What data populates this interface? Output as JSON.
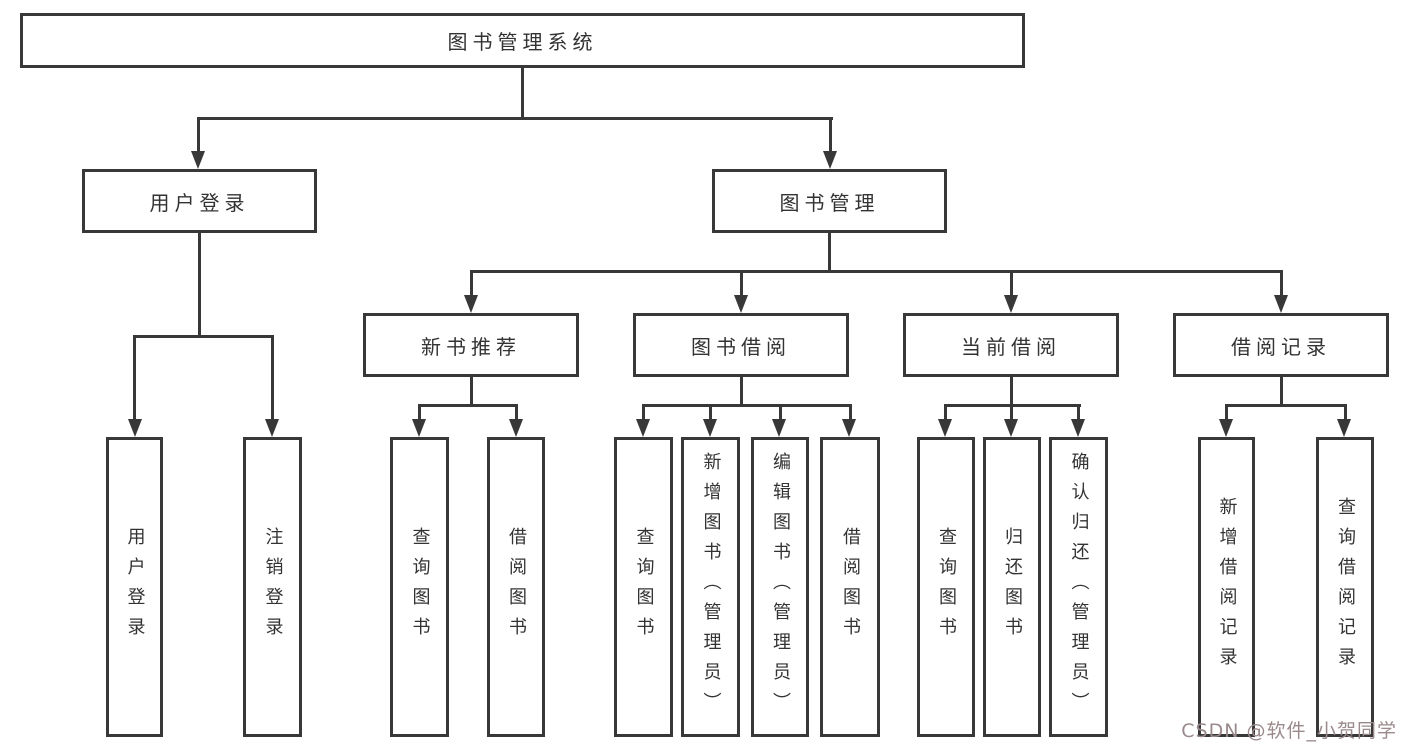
{
  "diagram": {
    "type": "tree-diagram",
    "root": {
      "label": "图书管理系统"
    },
    "level2": [
      {
        "label": "用户登录"
      },
      {
        "label": "图书管理"
      }
    ],
    "level3": [
      {
        "label": "新书推荐"
      },
      {
        "label": "图书借阅"
      },
      {
        "label": "当前借阅"
      },
      {
        "label": "借阅记录"
      }
    ],
    "leaves": {
      "user_login": [
        "用户登录",
        "注销登录"
      ],
      "new_book_recommend": [
        "查询图书",
        "借阅图书"
      ],
      "book_borrowing": [
        "查询图书",
        "新增图书（管理员）",
        "编辑图书（管理员）",
        "借阅图书"
      ],
      "current_borrowing": [
        "查询图书",
        "归还图书",
        "确认归还（管理员）"
      ],
      "borrowing_records": [
        "新增借阅记录",
        "查询借阅记录"
      ]
    },
    "colors": {
      "line": "#383838",
      "text": "#333333",
      "background": "#ffffff"
    }
  },
  "watermark": {
    "text": "CSDN @软件_小贺同学",
    "color": "#9b8a8c"
  }
}
